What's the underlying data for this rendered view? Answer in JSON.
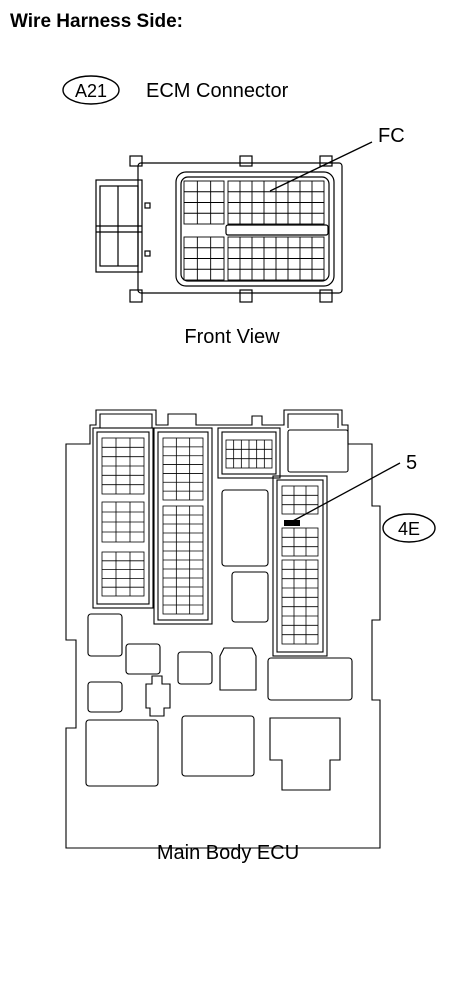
{
  "heading": "Wire Harness Side:",
  "connector_a": {
    "code": "A21",
    "name": "ECM Connector",
    "terminal_label": "FC",
    "view_label": "Front View"
  },
  "connector_b": {
    "terminal_label": "5",
    "code": "4E",
    "name": "Main Body ECU"
  }
}
